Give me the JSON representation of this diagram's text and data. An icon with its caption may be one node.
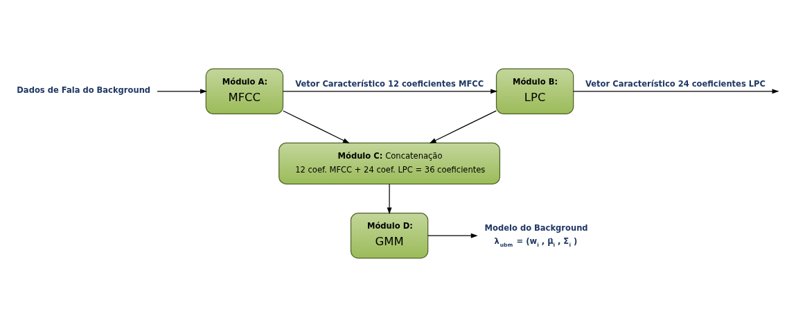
{
  "diagram": {
    "nodes": [
      {
        "text": [
          "Dados de Fala do Background"
        ]
      },
      {
        "text": [
          "Módulo A:",
          "MFCC"
        ]
      },
      {
        "text": [
          "Módulo B:",
          "LPC"
        ]
      },
      {
        "text": [
          "**Módulo C:** Concatenação",
          "12 coef. MFCC + 24 coef. LPC = 36 coeficientes"
        ]
      },
      {
        "text": [
          "Módulo D:",
          "GMM"
        ]
      },
      {
        "text": [
          "Modelo do Background",
          "λ$_{ubm}$ = (w$_{i}$, μ⃗$_{i}$, Σ$_{i}$)"
        ]
      }
    ],
    "edges": [
      {
        "from": 0,
        "to": 1,
        "arrow": "to"
      },
      {
        "from": 1,
        "to": 2,
        "arrow": "to",
        "label": "Vetor Característico 12 coeficientes MFCC"
      },
      {
        "from": 1,
        "to": 3,
        "arrow": "to"
      },
      {
        "from": 2,
        "to": null,
        "arrow": "to",
        "label": "Vetor Característico 24 coeficientes LPC"
      },
      {
        "from": 2,
        "to": 3,
        "arrow": "to"
      },
      {
        "from": 3,
        "to": 4,
        "arrow": "to"
      },
      {
        "from": 4,
        "to": 5,
        "arrow": "to"
      }
    ]
  }
}
